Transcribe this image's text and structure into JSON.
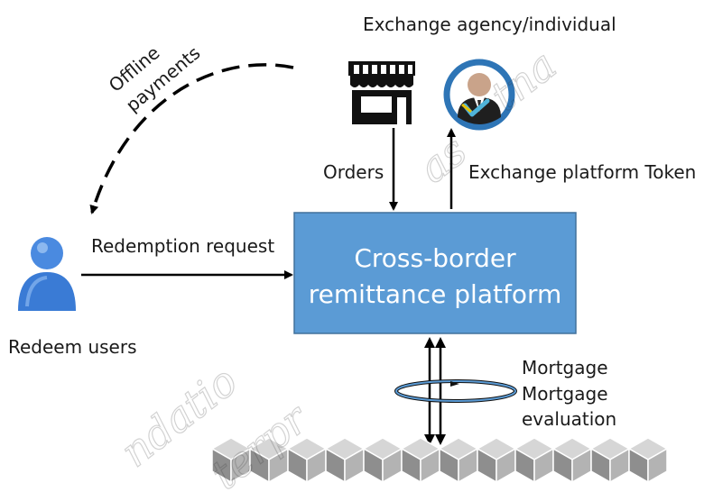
{
  "diagram": {
    "top_label": "Exchange agency/individual",
    "offline_line1": "Offline",
    "offline_line2": "payments",
    "orders_label": "Orders",
    "token_label": "Exchange platform Token",
    "redemption_label": "Redemption request",
    "redeem_users_label": "Redeem users",
    "platform_line1": "Cross-border",
    "platform_line2": "remittance platform",
    "mortgage_label": "Mortgage",
    "mortgage_eval_line1": "Mortgage",
    "mortgage_eval_line2": "evaluation"
  },
  "colors": {
    "platform_fill": "#5b9bd5",
    "platform_border": "#41719c",
    "user_blue": "#3a7bd5",
    "badge_ring": "#2e75b6",
    "cube_gray": "#9a9a9a"
  },
  "icons": {
    "exchange_agency": "storefront-icon",
    "individual": "verified-person-icon",
    "redeem_user": "person-icon",
    "blockchain": "cube-chain-icon",
    "mortgage_cycle": "loop-arrow-icon"
  }
}
